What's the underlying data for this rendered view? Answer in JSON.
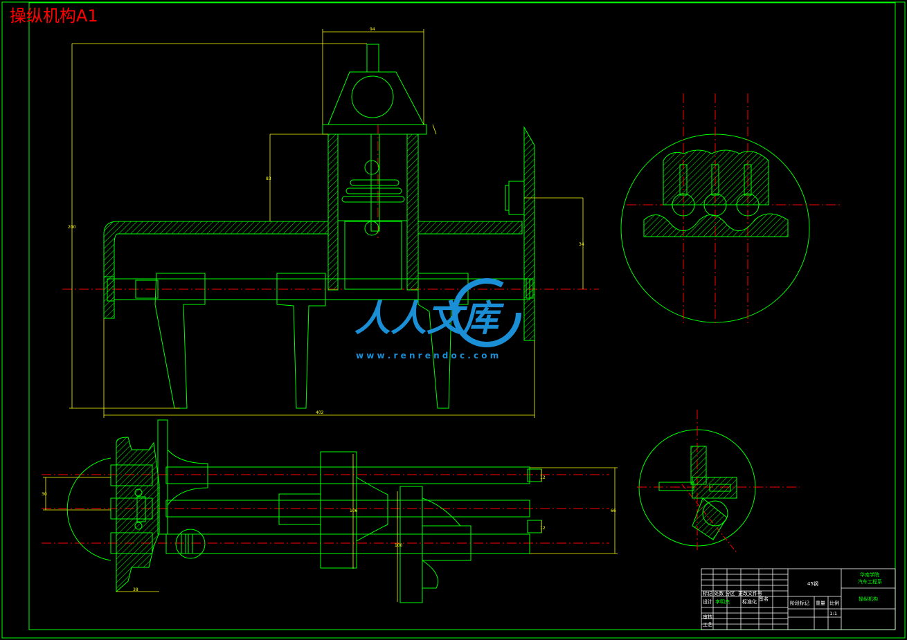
{
  "drawing_title": "操纵机构A1",
  "dimensions": {
    "top_width": "94",
    "spring_height": "83",
    "total_height": "200",
    "right_height": "34",
    "total_width": "402",
    "bottom_left_height": "30",
    "bottom_left_width": "38",
    "bottom_right_small": "12",
    "bottom_right_large": "66",
    "bottom_right_mid": "12",
    "bottom_center_height": "106",
    "bottom_lower_height": "100"
  },
  "title_block": {
    "material": "45钢",
    "school_line1": "华南学院",
    "school_line2": "汽车工程系",
    "part_name": "操纵机构",
    "header_marks": "标记 处数 分区",
    "header_doc": "更改文件号",
    "header_sign": "签名",
    "designer_label": "设计",
    "designer_name": "李明杰",
    "standard_label": "标准化",
    "review_label": "审核",
    "process_label": "工艺",
    "stage_label": "阶段标记",
    "weight_label": "重量",
    "scale_label": "比例",
    "scale_value": "1:1"
  },
  "watermark": {
    "brand": "人人文库",
    "url": "w w w . r e n r e n d o c . c o m"
  },
  "colors": {
    "outline": "#00ff00",
    "dimension": "#ffff00",
    "centerline": "#ff0000",
    "hatch": "#00ff00",
    "title": "#ff0000",
    "watermark": "#1a8fd6"
  }
}
